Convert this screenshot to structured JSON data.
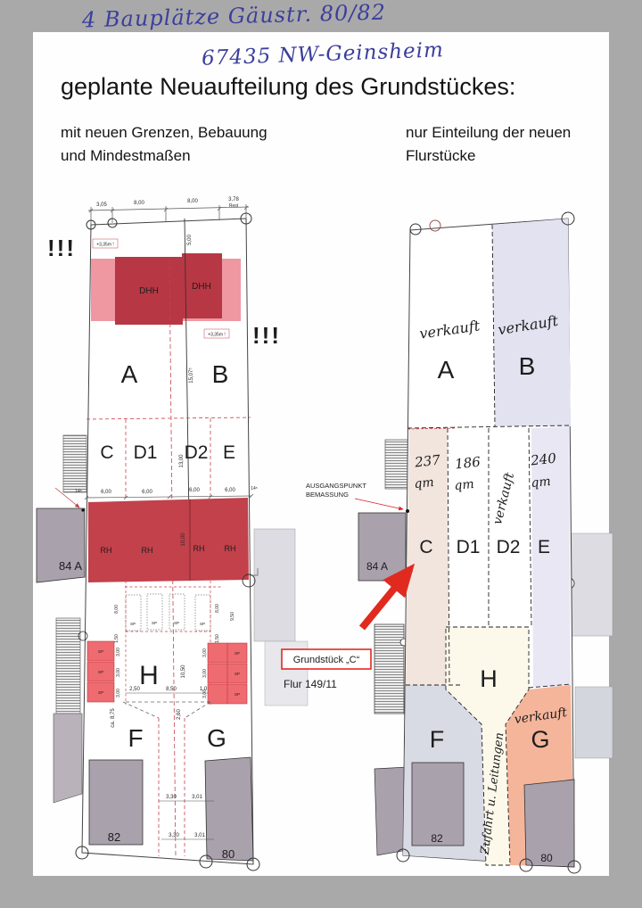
{
  "colors": {
    "surround": "#a9a9a9",
    "paper": "#fefefe",
    "hand_blue": "#3b3e9c",
    "red": "#e02a20",
    "dim_red": "#c5404b",
    "crimson": "#c2414b",
    "dark_red": "#b83744",
    "pink": "#ef98a2",
    "sp_red": "#ee6b70",
    "building_grey": "#a9a1ac",
    "neighbour_grey": "#dcdce2",
    "beige": "#f2e5de",
    "lavender_b": "#e2e2f0",
    "lavender_e": "#e9e7f3",
    "cream": "#fcf8ea",
    "salmon": "#f5b59a",
    "grey_f": "#d8dae4"
  },
  "header": {
    "hand1": "4 Bauplätze Gäustr. 80/82",
    "hand2": "67435 NW-Geinsheim",
    "title": "geplante Neuaufteilung des Grundstückes:",
    "sub_left1": "mit neuen Grenzen, Bebauung",
    "sub_left2": "und Mindestmaßen",
    "sub_right1": "nur Einteilung der neuen",
    "sub_right2": "Flurstücke"
  },
  "left": {
    "dim305": "3,05",
    "dim800": "8,00",
    "dim378": "3,78",
    "rest": "Rest",
    "warn": "!!!",
    "plus335": "+3,35m !",
    "dhh": "DHH",
    "dim500": "5,00",
    "dim1507": "15,07⁵",
    "A": "A",
    "B": "B",
    "C": "C",
    "D1": "D1",
    "D2": "D2",
    "E": "E",
    "dim1300": "13,00",
    "dim600": "6,00",
    "dim145": "14⁵",
    "rh": "RH",
    "dim1000": "10,00",
    "sp": "SP",
    "dim800v": "8,00",
    "dim950": "9,50",
    "dim150": "1,50",
    "dim300": "3,00",
    "H": "H",
    "dim1050": "10,50",
    "dim250": "2,50",
    "dim850": "8,50",
    "dim10": "1,0",
    "dim260": "2,60",
    "dim875": "ca. 8,75",
    "F": "F",
    "G": "G",
    "dim330": "3,30",
    "dim301": "3,01",
    "b84": "84 A",
    "b82": "82",
    "b80": "80"
  },
  "mid": {
    "ausg1": "AUSGANGSPUNKT",
    "ausg2": "BEMASSUNG",
    "grundstueck": "Grundstück „C“",
    "flur": "Flur 149/11"
  },
  "right": {
    "verkauft": "verkauft",
    "A": "A",
    "B": "B",
    "C": "C",
    "D1": "D1",
    "D2": "D2",
    "E": "E",
    "H": "H",
    "F": "F",
    "G": "G",
    "a237": "237",
    "a186": "186",
    "a240": "240",
    "qm": "qm",
    "zufahrt": "Zufahrt u. Leitungen",
    "b84": "84 A",
    "b82": "82",
    "b80": "80"
  }
}
